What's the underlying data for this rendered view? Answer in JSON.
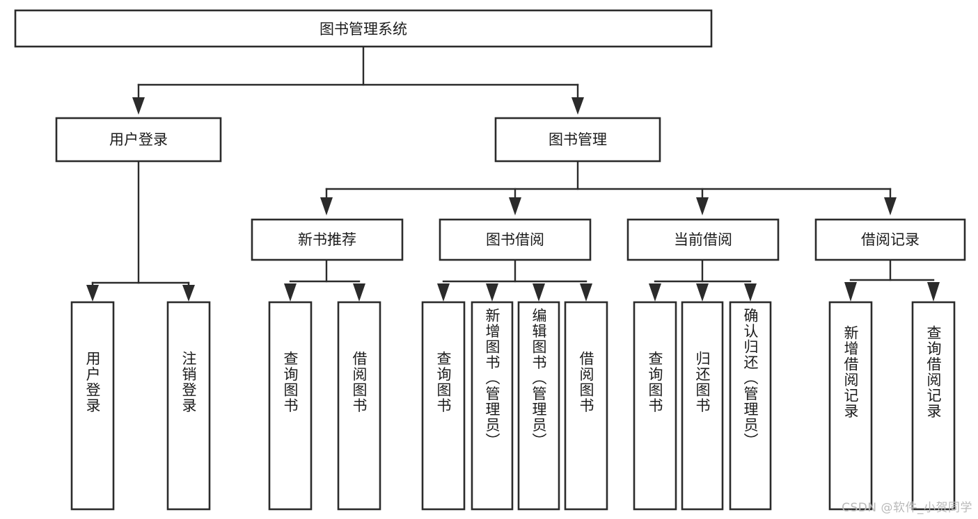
{
  "diagram": {
    "type": "tree-hierarchy-chart",
    "title_node": "图书管理系统",
    "background_color": "#ffffff",
    "line_color": "#2b2b2b",
    "box_fill": "#ffffff",
    "text_color": "#1b1b1b",
    "levels": [
      {
        "level": 1,
        "nodes": [
          {
            "id": "root",
            "label": "图书管理系统",
            "orientation": "horizontal"
          }
        ]
      },
      {
        "level": 2,
        "nodes": [
          {
            "id": "login",
            "label": "用户登录",
            "orientation": "horizontal",
            "parent": "root"
          },
          {
            "id": "bookmgmt",
            "label": "图书管理",
            "orientation": "horizontal",
            "parent": "root"
          }
        ]
      },
      {
        "level": 3,
        "nodes": [
          {
            "id": "newbook",
            "label": "新书推荐",
            "orientation": "horizontal",
            "parent": "bookmgmt"
          },
          {
            "id": "borrow",
            "label": "图书借阅",
            "orientation": "horizontal",
            "parent": "bookmgmt"
          },
          {
            "id": "current",
            "label": "当前借阅",
            "orientation": "horizontal",
            "parent": "bookmgmt"
          },
          {
            "id": "records",
            "label": "借阅记录",
            "orientation": "horizontal",
            "parent": "bookmgmt"
          }
        ]
      },
      {
        "level": 4,
        "nodes": [
          {
            "id": "leaf1",
            "label": "用户登录",
            "orientation": "vertical",
            "parent": "login"
          },
          {
            "id": "leaf2",
            "label": "注销登录",
            "orientation": "vertical",
            "parent": "login"
          },
          {
            "id": "leaf3",
            "label": "查询图书",
            "orientation": "vertical",
            "parent": "newbook"
          },
          {
            "id": "leaf4",
            "label": "借阅图书",
            "orientation": "vertical",
            "parent": "newbook"
          },
          {
            "id": "leaf5",
            "label": "查询图书",
            "orientation": "vertical",
            "parent": "borrow"
          },
          {
            "id": "leaf6",
            "label": "新增图书（管理员）",
            "orientation": "vertical",
            "parent": "borrow"
          },
          {
            "id": "leaf7",
            "label": "编辑图书（管理员）",
            "orientation": "vertical",
            "parent": "borrow"
          },
          {
            "id": "leaf8",
            "label": "借阅图书",
            "orientation": "vertical",
            "parent": "borrow"
          },
          {
            "id": "leaf9",
            "label": "查询图书",
            "orientation": "vertical",
            "parent": "current"
          },
          {
            "id": "leaf10",
            "label": "归还图书",
            "orientation": "vertical",
            "parent": "current"
          },
          {
            "id": "leaf11",
            "label": "确认归还（管理员）",
            "orientation": "vertical",
            "parent": "current"
          },
          {
            "id": "leaf12",
            "label": "新增借阅记录",
            "orientation": "vertical",
            "parent": "records"
          },
          {
            "id": "leaf13",
            "label": "查询借阅记录",
            "orientation": "vertical",
            "parent": "records"
          }
        ]
      }
    ]
  },
  "watermark": {
    "text": "CSDN @软件_小贺同学"
  }
}
